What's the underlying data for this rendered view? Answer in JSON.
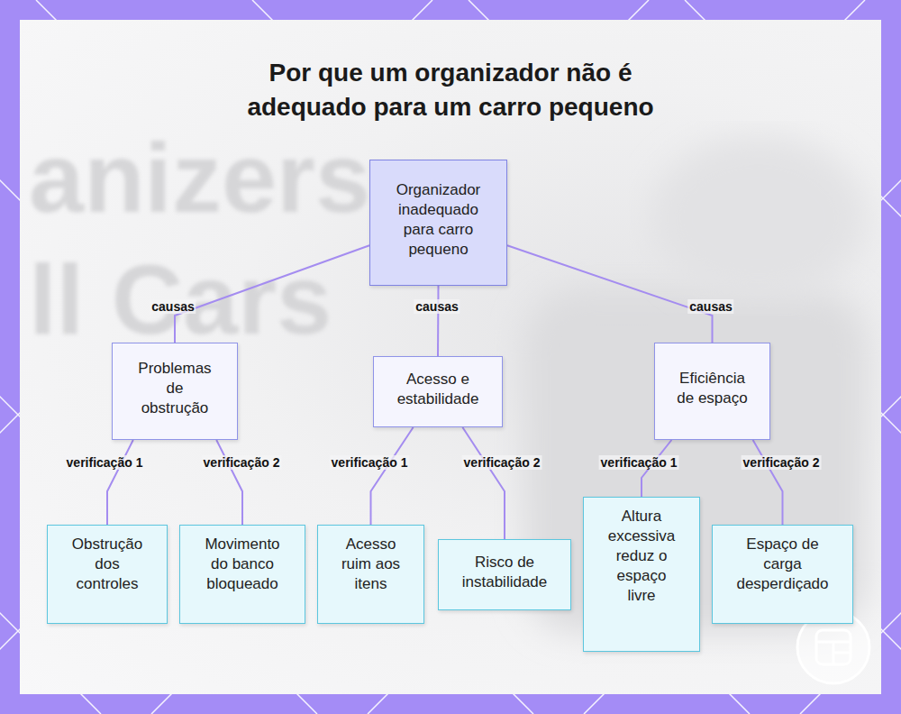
{
  "diagram": {
    "title": "Por que um organizador não é adequado para um carro pequeno",
    "nodes": [
      {
        "text": [
          "Organizador inadequado para carro pequeno"
        ]
      },
      {
        "text": [
          "Problemas de obstrução"
        ]
      },
      {
        "text": [
          "Acesso e estabilidade"
        ]
      },
      {
        "text": [
          "Eficiência de espaço"
        ]
      },
      {
        "text": [
          "Obstrução dos controles"
        ]
      },
      {
        "text": [
          "Movimento do banco bloqueado"
        ]
      },
      {
        "text": [
          "Acesso ruim aos itens"
        ]
      },
      {
        "text": [
          "Risco de instabilidade"
        ]
      },
      {
        "text": [
          "Altura excessiva reduz o espaço livre"
        ]
      },
      {
        "text": [
          "Espaço de carga desperdiçado"
        ]
      }
    ],
    "edges": [
      {
        "from": 0,
        "to": 1,
        "label": "causas",
        "arrow": "none"
      },
      {
        "from": 0,
        "to": 2,
        "label": "causas",
        "arrow": "none"
      },
      {
        "from": 0,
        "to": 3,
        "label": "causas",
        "arrow": "none"
      },
      {
        "from": 1,
        "to": 4,
        "label": "verificação 1",
        "arrow": "none"
      },
      {
        "from": 1,
        "to": 5,
        "label": "verificação 2",
        "arrow": "none"
      },
      {
        "from": 2,
        "to": 6,
        "label": "verificação 1",
        "arrow": "none"
      },
      {
        "from": 2,
        "to": 7,
        "label": "verificação 2",
        "arrow": "none"
      },
      {
        "from": 3,
        "to": 8,
        "label": "verificação 1",
        "arrow": "none"
      },
      {
        "from": 3,
        "to": 9,
        "label": "verificação 2",
        "arrow": "none"
      }
    ],
    "labels": [
      "anizers",
      "ll Cars"
    ]
  }
}
